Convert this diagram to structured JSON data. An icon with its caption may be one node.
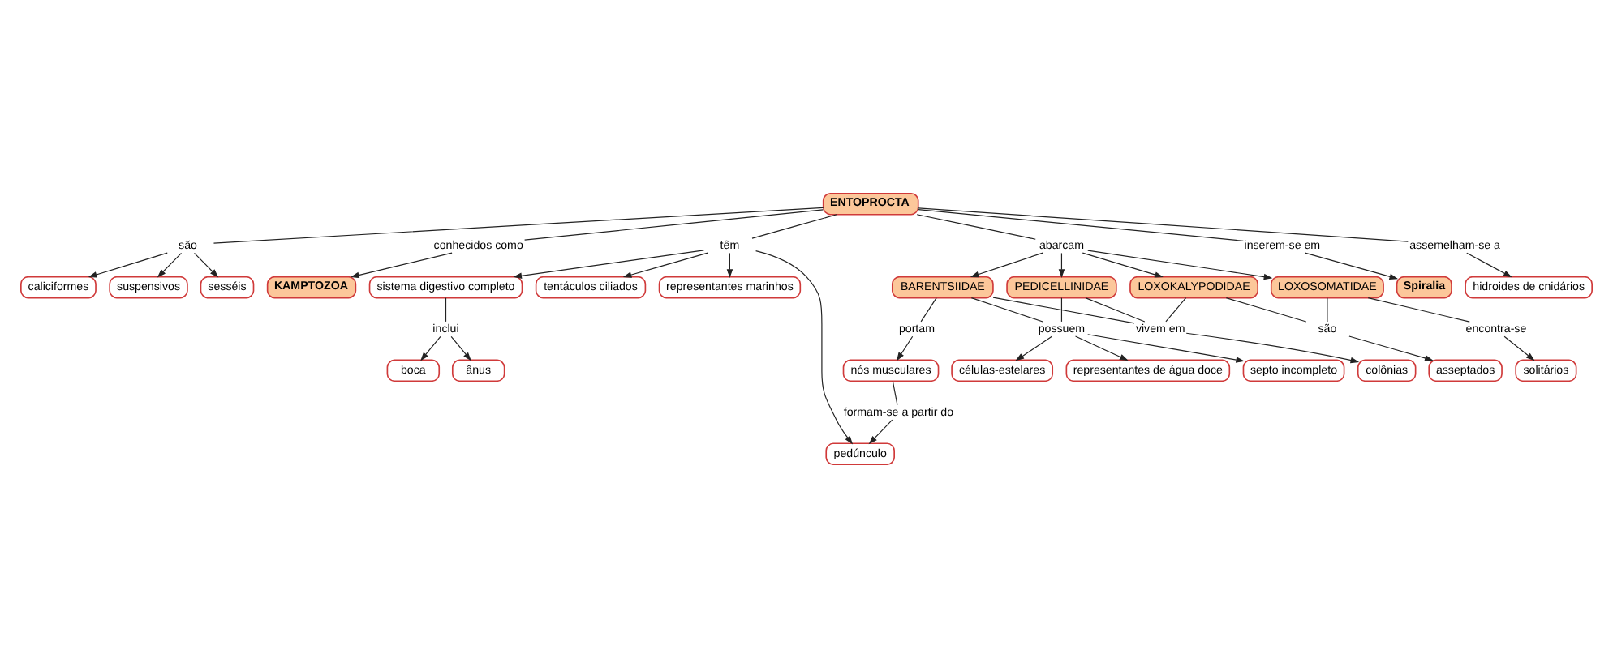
{
  "diagram": {
    "nodes": [
      {
        "text": [
          "ENTOPROCTA"
        ]
      },
      {
        "text": [
          "são"
        ]
      },
      {
        "text": [
          "conhecidos como"
        ]
      },
      {
        "text": [
          "KAMPTOZOA"
        ]
      },
      {
        "text": [
          "suspensivos"
        ]
      },
      {
        "text": [
          "sesséis"
        ]
      },
      {
        "text": [
          "caliciformes"
        ]
      },
      {
        "text": [
          "têm"
        ]
      },
      {
        "text": [
          "sistema digestivo completo"
        ]
      },
      {
        "text": [
          "inclui"
        ]
      },
      {
        "text": [
          "boca"
        ]
      },
      {
        "text": [
          "ânus"
        ]
      },
      {
        "text": [
          "tentáculos ciliados"
        ]
      },
      {
        "text": [
          "Spiralia"
        ]
      },
      {
        "text": [
          "inserem-se em"
        ]
      },
      {
        "text": [
          "assemelham-se a"
        ]
      },
      {
        "text": [
          "representantes marinhos"
        ]
      },
      {
        "text": [
          "pedúnculo"
        ]
      },
      {
        "text": [
          "abarcam"
        ]
      },
      {
        "text": [
          "hidroides de cnidários"
        ]
      },
      {
        "text": [
          "formam-se a partir do"
        ]
      },
      {
        "text": [
          "BARENTSIIDAE"
        ]
      },
      {
        "text": [
          "PEDICELLINIDAE"
        ]
      },
      {
        "text": [
          "nós musculares"
        ]
      },
      {
        "text": [
          "LOXOSOMATIDAE"
        ]
      },
      {
        "text": [
          "portam"
        ]
      },
      {
        "text": [
          "LOXOKALYPODIDAE"
        ]
      },
      {
        "text": [
          "encontra-se"
        ]
      },
      {
        "text": [
          "são"
        ]
      },
      {
        "text": [
          "vivem em"
        ]
      },
      {
        "text": [
          "possuem"
        ]
      },
      {
        "text": [
          "septo incompleto"
        ]
      },
      {
        "text": [
          "solitários"
        ]
      },
      {
        "text": [
          "asseptados"
        ]
      },
      {
        "text": [
          "colônias"
        ]
      },
      {
        "text": [
          "células-estelares"
        ]
      },
      {
        "text": [
          "representantes de água doce"
        ]
      }
    ],
    "edges": [
      {
        "from": 0,
        "to": 1,
        "arrow": "none"
      },
      {
        "from": 1,
        "to": 4,
        "arrow": "to"
      },
      {
        "from": 1,
        "to": 5,
        "arrow": "to"
      },
      {
        "from": 1,
        "to": 6,
        "arrow": "to"
      },
      {
        "from": 0,
        "to": 2,
        "arrow": "none"
      },
      {
        "from": 2,
        "to": 3,
        "arrow": "to"
      },
      {
        "from": 0,
        "to": 7,
        "arrow": "none"
      },
      {
        "from": 7,
        "to": 8,
        "arrow": "to"
      },
      {
        "from": 7,
        "to": 12,
        "arrow": "to"
      },
      {
        "from": 7,
        "to": 17,
        "arrow": "to"
      },
      {
        "from": 7,
        "to": 16,
        "arrow": "to"
      },
      {
        "from": 8,
        "to": 9,
        "arrow": "none"
      },
      {
        "from": 9,
        "to": 10,
        "arrow": "to"
      },
      {
        "from": 9,
        "to": 11,
        "arrow": "to"
      },
      {
        "from": 0,
        "to": 14,
        "arrow": "none"
      },
      {
        "from": 14,
        "to": 13,
        "arrow": "to"
      },
      {
        "from": 0,
        "to": 15,
        "arrow": "none"
      },
      {
        "from": 15,
        "to": 19,
        "arrow": "to"
      },
      {
        "from": 0,
        "to": 18,
        "arrow": "none"
      },
      {
        "from": 18,
        "to": 24,
        "arrow": "to"
      },
      {
        "from": 18,
        "to": 26,
        "arrow": "to"
      },
      {
        "from": 18,
        "to": 22,
        "arrow": "to"
      },
      {
        "from": 18,
        "to": 21,
        "arrow": "to"
      },
      {
        "from": 23,
        "to": 20,
        "arrow": "none"
      },
      {
        "from": 20,
        "to": 17,
        "arrow": "to"
      },
      {
        "from": 21,
        "to": 25,
        "arrow": "none"
      },
      {
        "from": 25,
        "to": 23,
        "arrow": "to"
      },
      {
        "from": 24,
        "to": 27,
        "arrow": "none"
      },
      {
        "from": 27,
        "to": 32,
        "arrow": "to"
      },
      {
        "from": 24,
        "to": 28,
        "arrow": "none"
      },
      {
        "from": 26,
        "to": 28,
        "arrow": "none"
      },
      {
        "from": 28,
        "to": 33,
        "arrow": "to"
      },
      {
        "from": 26,
        "to": 29,
        "arrow": "none"
      },
      {
        "from": 22,
        "to": 29,
        "arrow": "none"
      },
      {
        "from": 21,
        "to": 29,
        "arrow": "none"
      },
      {
        "from": 29,
        "to": 34,
        "arrow": "to"
      },
      {
        "from": 22,
        "to": 30,
        "arrow": "none"
      },
      {
        "from": 21,
        "to": 30,
        "arrow": "none"
      },
      {
        "from": 30,
        "to": 35,
        "arrow": "to"
      },
      {
        "from": 30,
        "to": 36,
        "arrow": "to"
      },
      {
        "from": 30,
        "to": 31,
        "arrow": "to"
      }
    ]
  }
}
